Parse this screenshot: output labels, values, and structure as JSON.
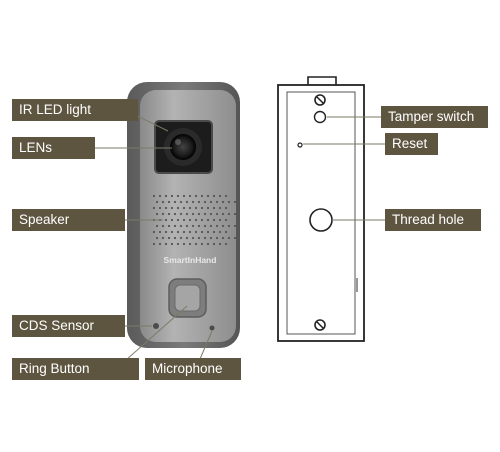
{
  "brand": "SmartInHand",
  "labels": {
    "ir_led_light": "IR LED light",
    "lens": "LENs",
    "speaker": "Speaker",
    "cds_sensor": "CDS Sensor",
    "ring_button": "Ring Button",
    "microphone": "Microphone",
    "tamper_switch": "Tamper switch",
    "reset": "Reset",
    "thread_hole": "Thread hole"
  },
  "colors": {
    "label_bg": "#5e5540",
    "label_text": "#ffffff",
    "device_body": "#9c9c9c",
    "device_bezel": "#6e6e6e",
    "back_plate_outline": "#222222",
    "leader_line": "#7a7a66"
  }
}
